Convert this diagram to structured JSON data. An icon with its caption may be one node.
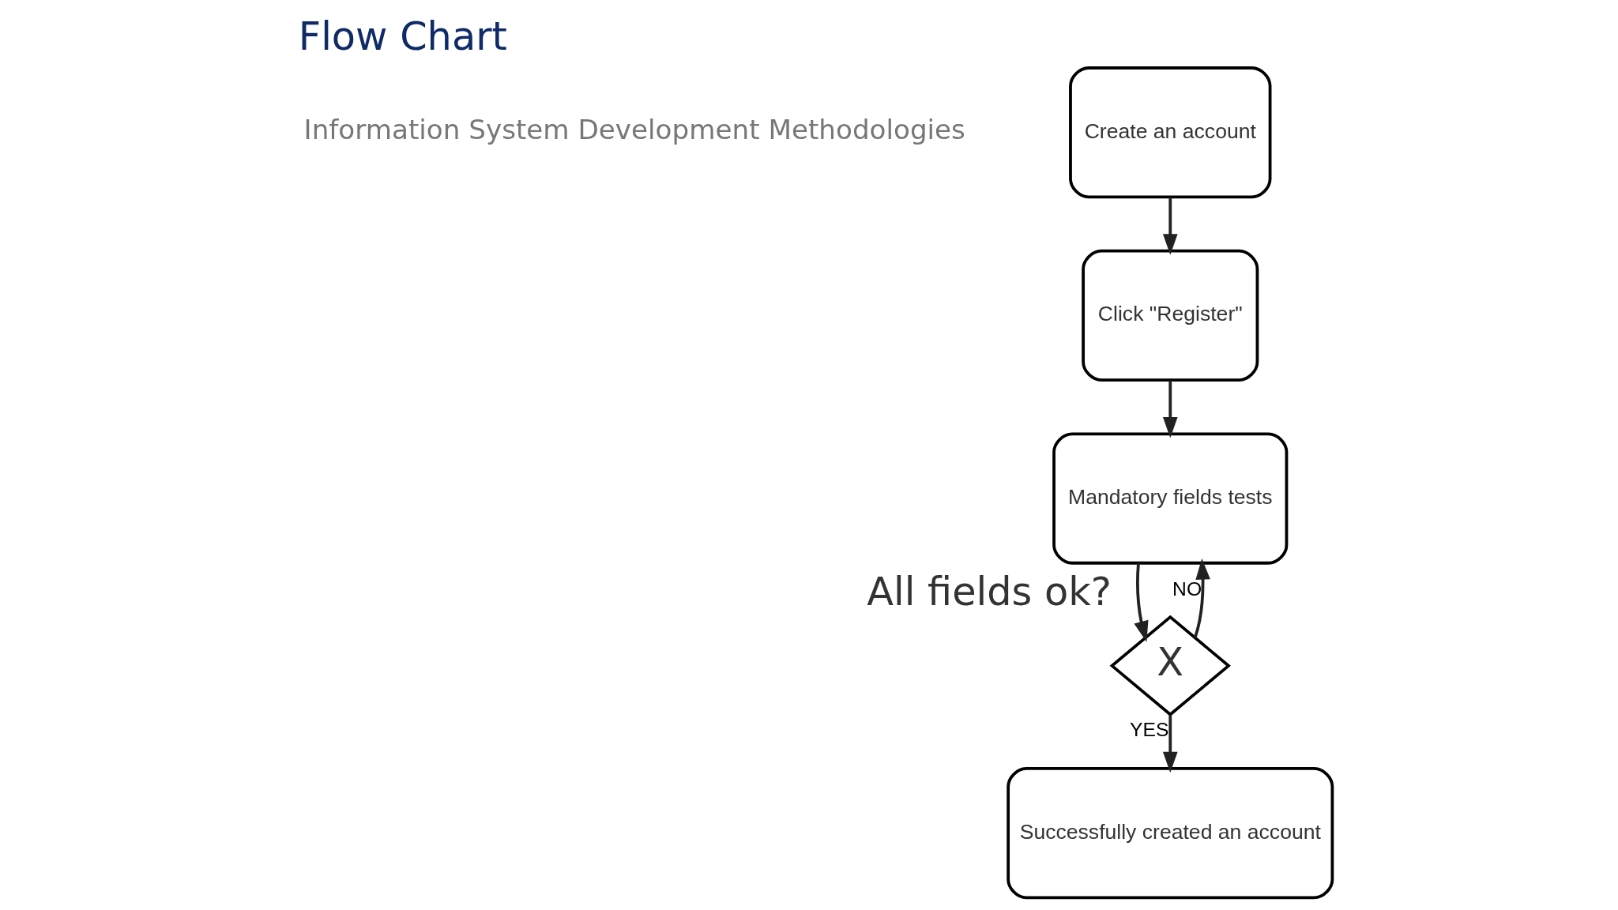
{
  "diagram": {
    "title": "Flow Chart",
    "nodes": [
      {
        "text": [
          "Create an account"
        ]
      },
      {
        "text": [
          "Click \"Register\""
        ]
      },
      {
        "text": [
          "Mandatory fields tests"
        ]
      },
      {
        "text": [
          "X"
        ],
        "beside": [
          "All fields ok?"
        ]
      },
      {
        "text": [
          "Successfully created an account"
        ]
      }
    ],
    "edges": [
      {
        "from": 0,
        "to": 1,
        "arrow": "to"
      },
      {
        "from": 1,
        "to": 2,
        "arrow": "to"
      },
      {
        "from": 2,
        "to": 3,
        "arrow": "to"
      },
      {
        "from": 3,
        "to": 2,
        "arrow": "to",
        "label": "NO"
      },
      {
        "from": 3,
        "to": 4,
        "arrow": "to",
        "label": "YES"
      }
    ],
    "labels": [
      "Information System Development Methodologies"
    ]
  }
}
